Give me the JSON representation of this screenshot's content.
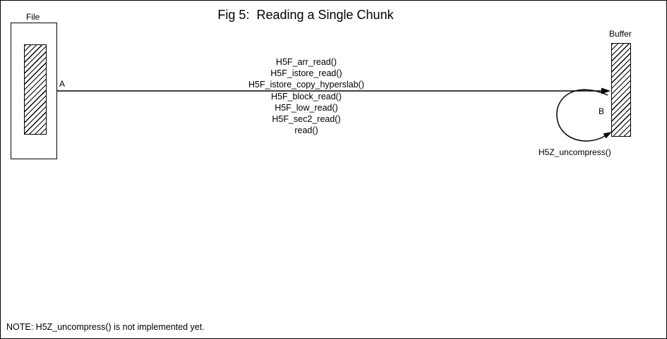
{
  "title": "Fig 5:  Reading a Single Chunk",
  "diagram": {
    "file": {
      "label": "File"
    },
    "buffer": {
      "label": "Buffer"
    },
    "arrow_a": {
      "label": "A",
      "call_stack": [
        "H5F_arr_read()",
        "H5F_istore_read()",
        "H5F_istore_copy_hyperslab()",
        "H5F_block_read()",
        "H5F_low_read()",
        "H5F_sec2_read()",
        "read()"
      ]
    },
    "loop_b": {
      "label": "B",
      "function": "H5Z_uncompress()"
    },
    "note": "NOTE: H5Z_uncompress() is not implemented yet."
  }
}
